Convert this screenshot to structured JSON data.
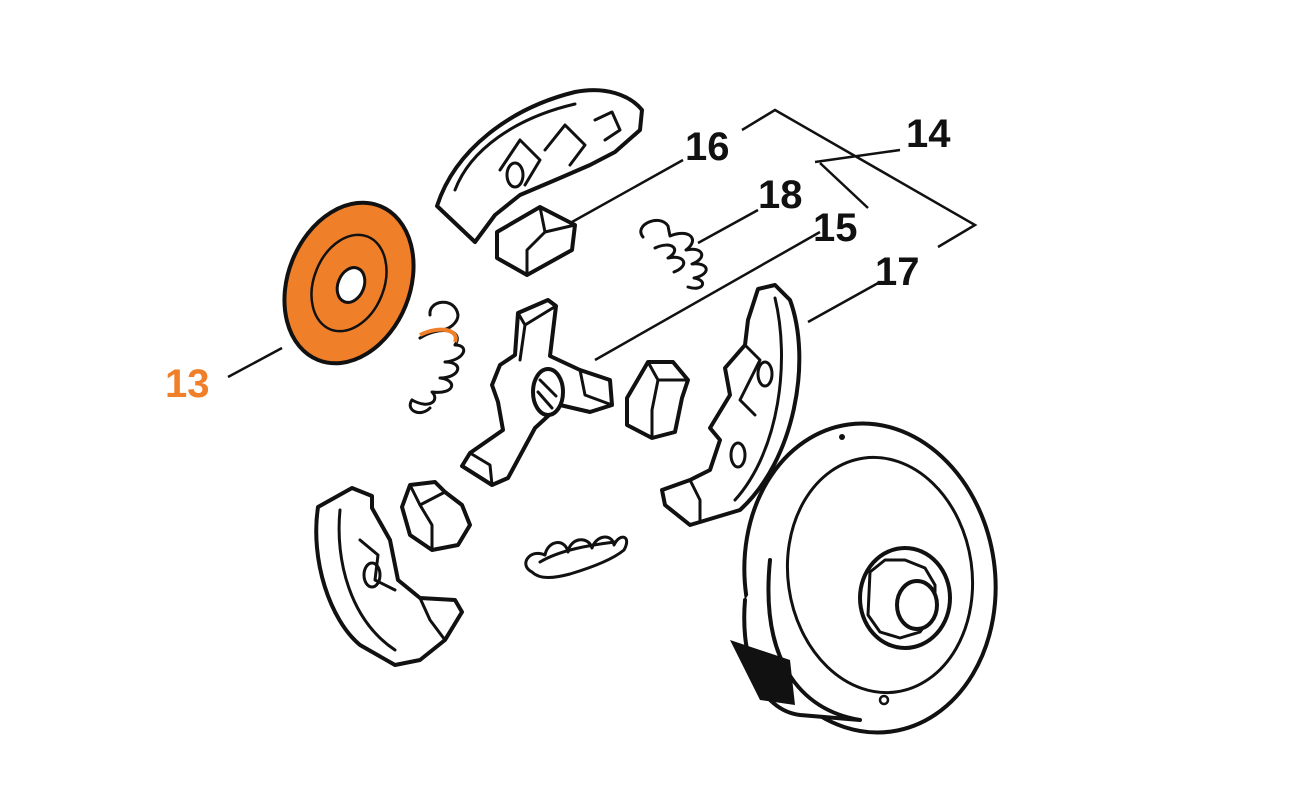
{
  "colors": {
    "highlight": "#f07f2a",
    "ink": "#111111",
    "background": "#ffffff"
  },
  "labels": {
    "p13": "13",
    "p14": "14",
    "p15": "15",
    "p16": "16",
    "p17": "17",
    "p18": "18"
  },
  "highlighted_part": "13"
}
